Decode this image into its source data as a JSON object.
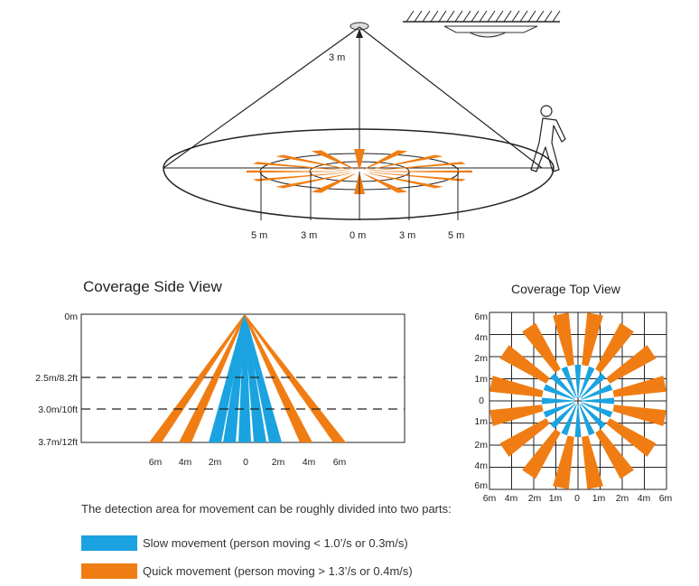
{
  "colors": {
    "slow": "#1aa3e0",
    "quick": "#f07d13",
    "line": "#222222"
  },
  "top_diagram": {
    "height_label": "3 m",
    "distance_labels": [
      "5 m",
      "3 m",
      "0 m",
      "3 m",
      "5 m"
    ]
  },
  "side_view": {
    "title": "Coverage Side View",
    "y_labels": [
      "0m",
      "2.5m/8.2ft",
      "3.0m/10ft",
      "3.7m/12ft"
    ],
    "x_labels": [
      "6m",
      "4m",
      "2m",
      "0",
      "2m",
      "4m",
      "6m"
    ]
  },
  "top_view": {
    "title": "Coverage Top View",
    "y_labels": [
      "6m",
      "4m",
      "2m",
      "1m",
      "0",
      "1m",
      "2m",
      "4m",
      "6m"
    ],
    "x_labels": [
      "6m",
      "4m",
      "2m",
      "1m",
      "0",
      "1m",
      "2m",
      "4m",
      "6m"
    ]
  },
  "note": "The detection area for movement can be roughly divided into two parts:",
  "legend": [
    {
      "label": "Slow movement (person moving < 1.0’/s or 0.3m/s)",
      "color": "#1aa3e0"
    },
    {
      "label": "Quick movement (person moving > 1.3’/s or 0.4m/s)",
      "color": "#f07d13"
    }
  ]
}
